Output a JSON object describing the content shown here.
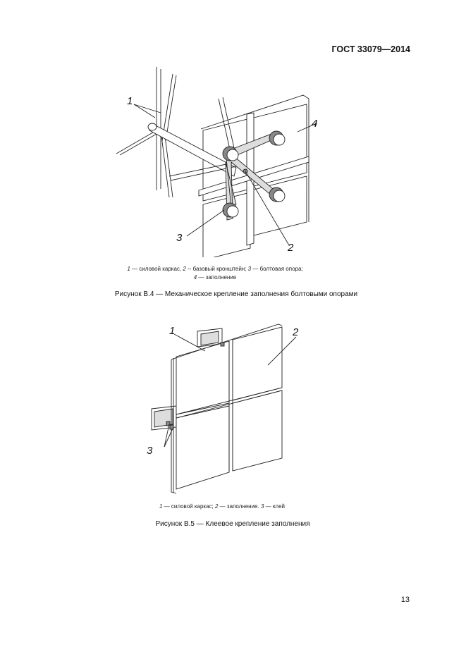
{
  "header": {
    "standard": "ГОСТ 33079—2014"
  },
  "figure_b4": {
    "labels": [
      "1",
      "2",
      "3",
      "4"
    ],
    "caption_line1": [
      {
        "n": "1",
        "text": " — силовой каркас, "
      },
      {
        "n": "2",
        "text": " -- базовый кронштейн; "
      },
      {
        "n": "3",
        "text": " — болтовая опора;"
      }
    ],
    "caption_line2": [
      {
        "n": "4",
        "text": " — заполнение"
      }
    ],
    "title": "Рисунок В.4 — Механическое крепление заполнения болтовыми опорами"
  },
  "figure_b5": {
    "labels": [
      "1",
      "2",
      "3"
    ],
    "caption_line1": [
      {
        "n": "1",
        "text": " — силовой каркас; "
      },
      {
        "n": "2",
        "text": " — заполнение. "
      },
      {
        "n": "3",
        "text": " — клей"
      }
    ],
    "title": "Рисунок В.5 — Клеевое крепление заполнения"
  },
  "page_number": "13"
}
